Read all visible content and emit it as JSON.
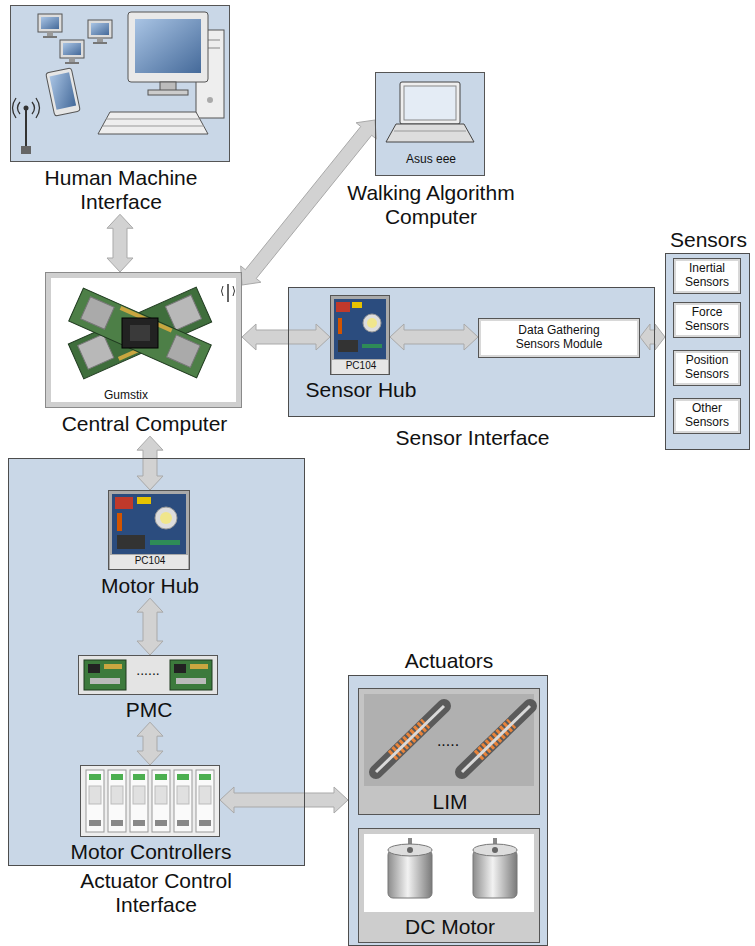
{
  "diagram": {
    "nodes": [
      {
        "text": [
          "Human Machine Interface"
        ]
      },
      {
        "text": [
          "Asus eee",
          "Walking Algorithm Computer"
        ]
      },
      {
        "text": [
          "Gumstix",
          "Central Computer"
        ]
      },
      {
        "text": [
          "Sensor Interface"
        ]
      },
      {
        "text": [
          "PC104",
          "Sensor Hub"
        ],
        "in": 3
      },
      {
        "text": [
          "Data Gathering Sensors Module"
        ],
        "in": 3
      },
      {
        "text": [
          "Sensors"
        ]
      },
      {
        "text": [
          "Inertial Sensors"
        ],
        "in": 6
      },
      {
        "text": [
          "Force Sensors"
        ],
        "in": 6
      },
      {
        "text": [
          "Position Sensors"
        ],
        "in": 6
      },
      {
        "text": [
          "Other Sensors"
        ],
        "in": 6
      },
      {
        "text": [
          "Actuator Control Interface"
        ]
      },
      {
        "text": [
          "PC104",
          "Motor Hub"
        ],
        "in": 11
      },
      {
        "text": [
          "PMC"
        ],
        "in": 11
      },
      {
        "text": [
          "Motor Controllers"
        ],
        "in": 11
      },
      {
        "text": [
          "Actuators"
        ]
      },
      {
        "text": [
          "LIM"
        ],
        "in": 15
      },
      {
        "text": [
          "DC Motor"
        ],
        "in": 15
      }
    ],
    "edges": [
      {
        "from": 0,
        "to": 2,
        "arrow": "both"
      },
      {
        "from": 1,
        "to": 2,
        "arrow": "both"
      },
      {
        "from": 2,
        "to": 4,
        "arrow": "both"
      },
      {
        "from": 4,
        "to": 5,
        "arrow": "both"
      },
      {
        "from": 5,
        "to": 6,
        "arrow": "both"
      },
      {
        "from": 2,
        "to": 12,
        "arrow": "both"
      },
      {
        "from": 12,
        "to": 13,
        "arrow": "both"
      },
      {
        "from": 13,
        "to": 14,
        "arrow": "both"
      },
      {
        "from": 14,
        "to": 15,
        "arrow": "both"
      }
    ],
    "labels": [
      "......",
      "....."
    ]
  }
}
